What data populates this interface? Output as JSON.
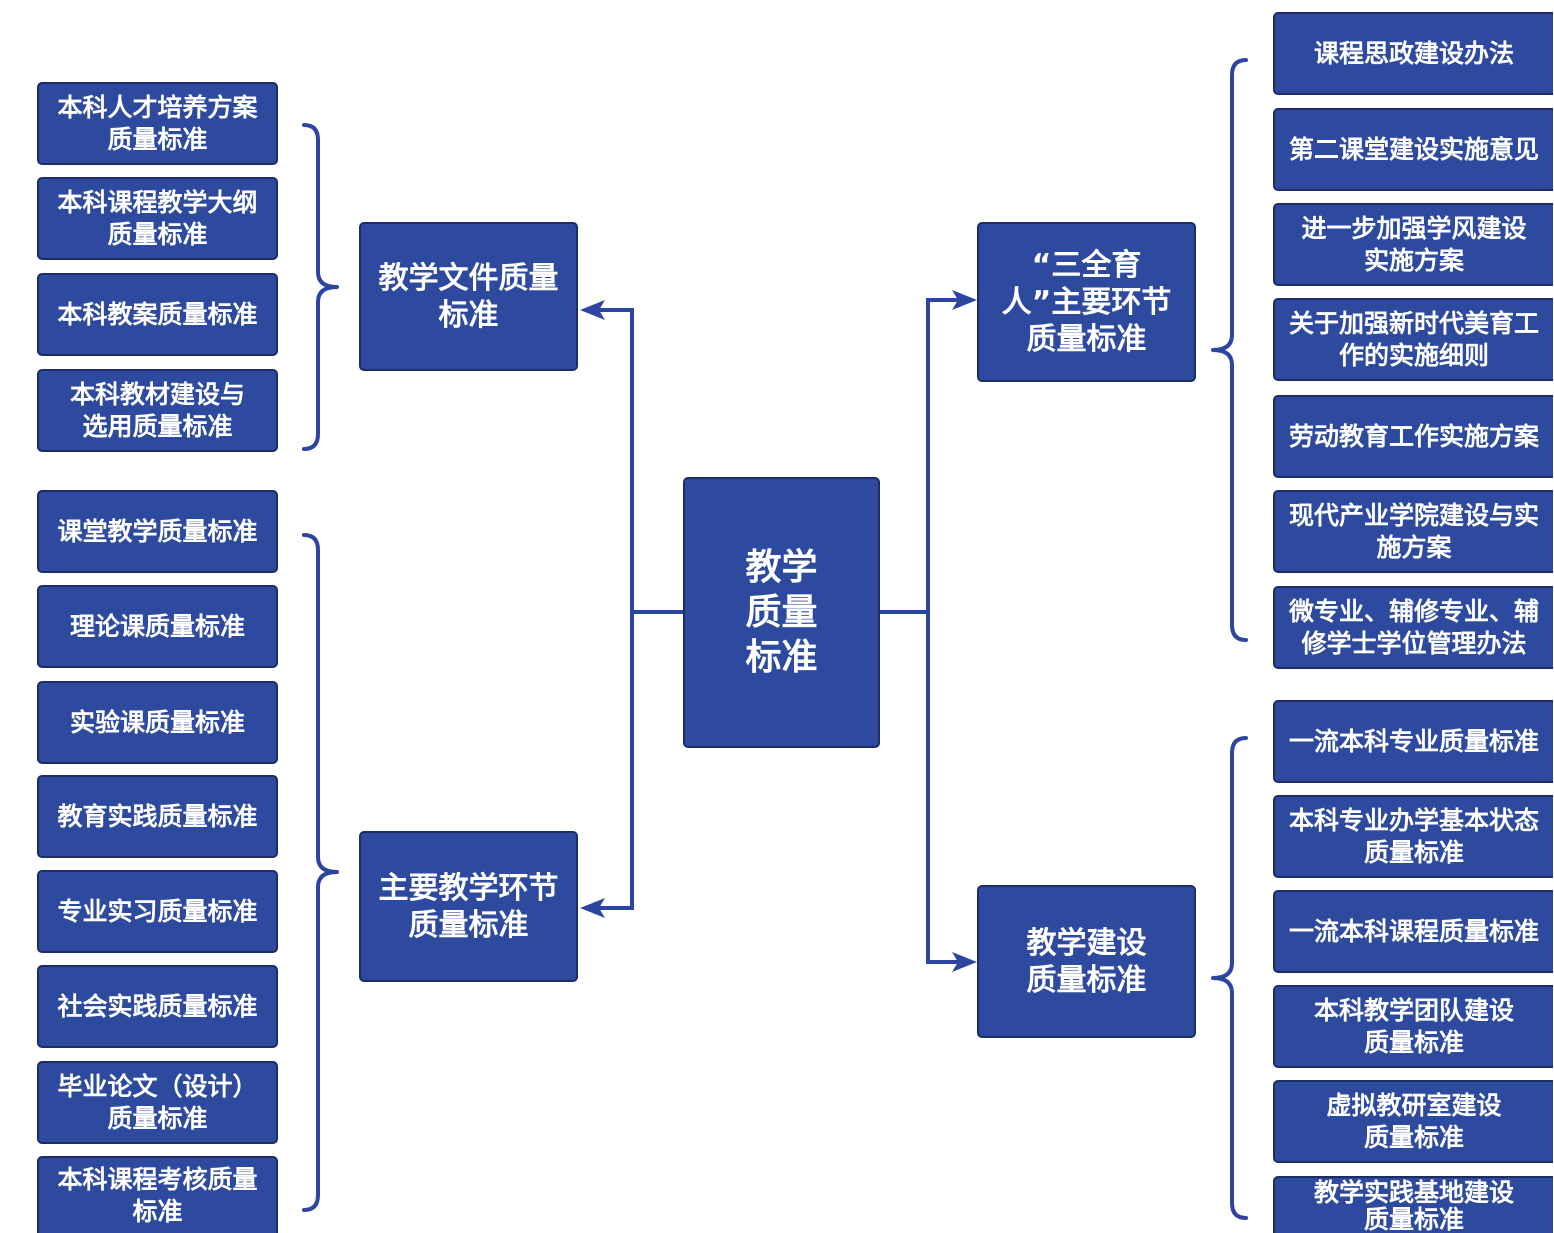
{
  "root": {
    "label": "教学\n质量\n标准"
  },
  "branches": {
    "teaching_documents": {
      "label": "教学文件质量\n标准",
      "items": [
        "本科人才培养方案\n质量标准",
        "本科课程教学大纲\n质量标准",
        "本科教案质量标准",
        "本科教材建设与\n选用质量标准"
      ]
    },
    "main_teaching_links": {
      "label": "主要教学环节\n质量标准",
      "items": [
        "课堂教学质量标准",
        "理论课质量标准",
        "实验课质量标准",
        "教育实践质量标准",
        "专业实习质量标准",
        "社会实践质量标准",
        "毕业论文（设计）\n质量标准",
        "本科课程考核质量\n标准"
      ]
    },
    "three_all_education": {
      "label": "“三全育\n人”主要环节\n质量标准",
      "items": [
        "课程思政建设办法",
        "第二课堂建设实施意见",
        "进一步加强学风建设\n实施方案",
        "关于加强新时代美育工\n作的实施细则",
        "劳动教育工作实施方案",
        "现代产业学院建设与实\n施方案",
        "微专业、辅修专业、辅\n修学士学位管理办法"
      ]
    },
    "teaching_construction": {
      "label": "教学建设\n质量标准",
      "items": [
        "一流本科专业质量标准",
        "本科专业办学基本状态\n质量标准",
        "一流本科课程质量标准",
        "本科教学团队建设\n质量标准",
        "虚拟教研室建设\n质量标准",
        "教学实践基地建设\n质量标准"
      ]
    }
  },
  "colors": {
    "background": "#FFFFFF",
    "node_fill": "#2E4A9F",
    "node_border": "#1E2C66",
    "node_text": "#FFFFFF",
    "connector": "#2C45A0"
  }
}
